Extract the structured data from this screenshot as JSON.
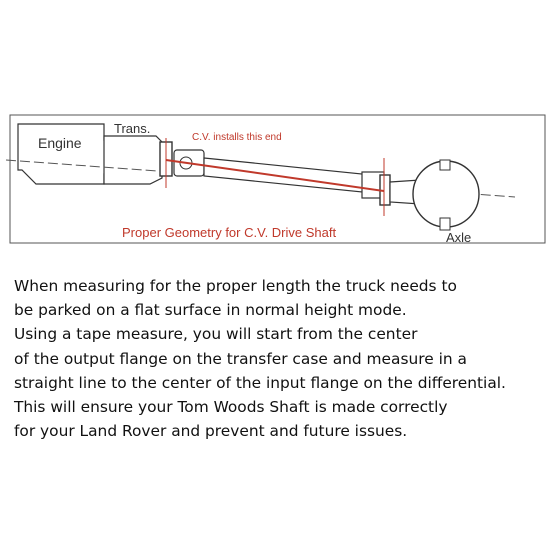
{
  "diagram": {
    "engine_label": "Engine",
    "trans_label": "Trans.",
    "cv_label": "C.V. installs this end",
    "caption": "Proper Geometry for C.V. Drive Shaft",
    "axle_label": "Axle",
    "colors": {
      "line": "#333333",
      "highlight": "#c0392b"
    }
  },
  "instructions": [
    "When measuring for the proper length the truck needs to",
    "be parked on a flat surface in normal height mode.",
    "Using a tape measure, you will start from the center",
    "of the output flange on the transfer case and measure in a",
    "straight line to the center of the input flange on the differential.",
    "This will ensure your Tom Woods Shaft is made correctly",
    "for your Land Rover and prevent and future issues."
  ]
}
